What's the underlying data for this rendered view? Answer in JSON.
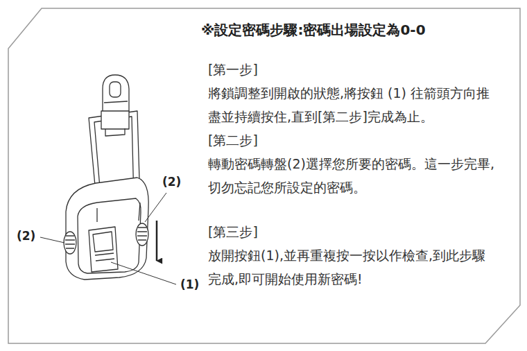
{
  "diagram": {
    "title": "※設定密碼步驟:密碼出場設定為0-0",
    "nodes": [
      {
        "text": [
          "[第一步]",
          "將鎖調整到開啟的狀態,將按鈕 (1) 往箭頭方向推盡並持續按住,直到[第二步]完成為止。",
          "[第二步]",
          "轉動密碼轉盤(2)選擇您所要的密碼。這一步完畢,切勿忘記您所設定的密碼。",
          "[第三步]",
          "放開按鈕(1),並再重複按一按以作檢查,到此步驟完成,即可開始使用新密碼!"
        ]
      }
    ],
    "labels": [
      "(2)",
      "(2)",
      "(1)"
    ]
  }
}
